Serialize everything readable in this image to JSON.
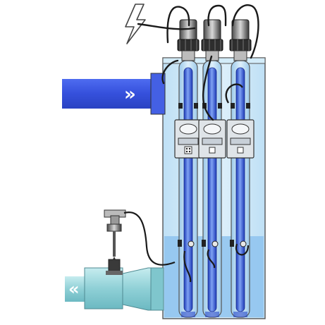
{
  "diagram": {
    "subject": "uv-water-disinfection-system",
    "units": [
      {
        "id": "unit-1",
        "control_panel": "display-and-keypad"
      },
      {
        "id": "unit-2",
        "control_panel": "display-and-button"
      },
      {
        "id": "unit-3",
        "control_panel": "display-and-button"
      }
    ],
    "inlet_symbol": "»",
    "outlet_symbol": "«",
    "icons": [
      "lightning-bolt-icon",
      "double-chevron-right-icon",
      "double-chevron-left-icon",
      "sensor-probe-icon"
    ],
    "colors": {
      "water_blue": "#3f5fe6",
      "pipe_blue": "#3b55e0",
      "housing_light": "#cfe8f7",
      "housing_mid": "#a9d3ee",
      "lamp_core": "#2747c8",
      "panel_gray": "#d7dde3",
      "cable": "#1a1a1a",
      "outlet_pipe": "#9fd6dc"
    }
  }
}
